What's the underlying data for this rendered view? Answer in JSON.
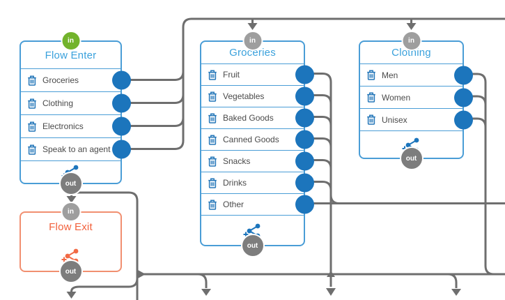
{
  "badge_labels": {
    "in": "in",
    "out": "out"
  },
  "nodes": {
    "flow_enter": {
      "title": "Flow Enter",
      "items": [
        "Groceries",
        "Clothing",
        "Electronics",
        "Speak to an agent"
      ]
    },
    "groceries": {
      "title": "Groceries",
      "items": [
        "Fruit",
        "Vegetables",
        "Baked Goods",
        "Canned Goods",
        "Snacks",
        "Drinks",
        "Other"
      ]
    },
    "clothing": {
      "title": "Clothing",
      "items": [
        "Men",
        "Women",
        "Unisex"
      ]
    },
    "flow_exit": {
      "title": "Flow Exit"
    }
  },
  "icons": {
    "trash": "trash-icon",
    "add_branch": "add-branch-icon",
    "in_port": "in-port-badge",
    "out_port": "out-port-badge"
  },
  "colors": {
    "node_border_blue": "#4a9dd6",
    "node_title_blue": "#3aa1dc",
    "port_dot_blue": "#1c75bc",
    "trash_icon_blue": "#2577b9",
    "in_badge_green": "#72b32c",
    "in_badge_gray": "#9e9e9e",
    "out_badge_gray": "#7d7d7d",
    "node_border_orange": "#f18f70",
    "node_title_orange": "#f2613c",
    "connector_gray": "#6e6e6e",
    "row_label_gray": "#4a4a4a"
  }
}
